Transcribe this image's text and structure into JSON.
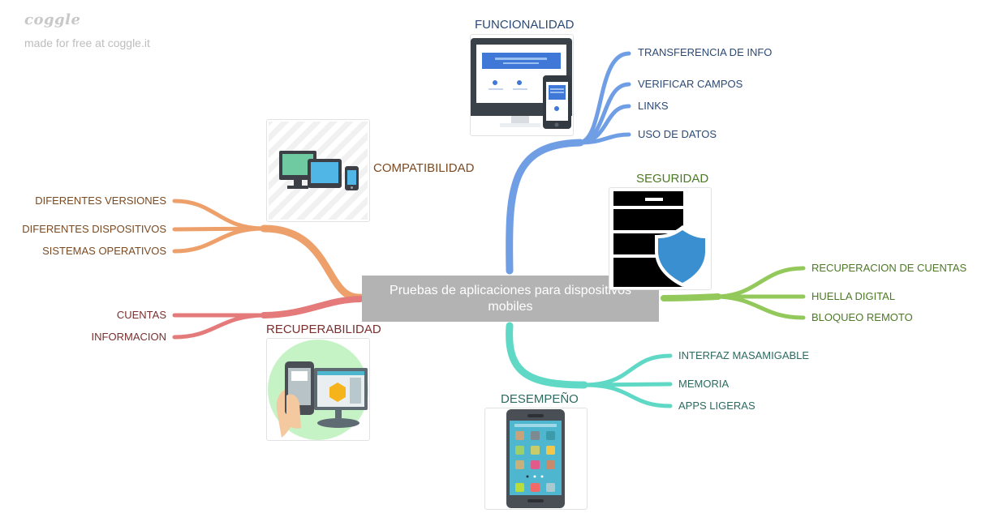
{
  "brand": {
    "logo": "coggle",
    "tagline": "made for free at coggle.it"
  },
  "central_topic": "Pruebas de aplicaciones para dispositivos mobiles",
  "branches": {
    "funcionalidad": {
      "title": "FUNCIONALIDAD",
      "color": "#6f9ee5",
      "text_color": "#2c4a75",
      "icon": "desktop-tablet-icon",
      "items": [
        "TRANSFERENCIA DE INFO",
        "VERIFICAR CAMPOS",
        "LINKS",
        "USO DE DATOS"
      ]
    },
    "seguridad": {
      "title": "SEGURIDAD",
      "color": "#92c95a",
      "text_color": "#4c7a25",
      "icon": "server-shield-icon",
      "items": [
        "RECUPERACION DE CUENTAS",
        "HUELLA DIGITAL",
        "BLOQUEO REMOTO"
      ]
    },
    "desempeno": {
      "title": "DESEMPEÑO",
      "color": "#5fd8c6",
      "text_color": "#2b6b60",
      "icon": "smartphone-apps-icon",
      "items": [
        "INTERFAZ MASAMIGABLE",
        "MEMORIA",
        "APPS LIGERAS"
      ]
    },
    "compatibilidad": {
      "title": "COMPATIBILIDAD",
      "color": "#eea06b",
      "text_color": "#7a4a22",
      "icon": "multi-device-icon",
      "items": [
        "DIFERENTES VERSIONES",
        "DIFERENTES DISPOSITIVOS",
        "SISTEMAS OPERATIVOS"
      ]
    },
    "recuperabilidad": {
      "title": "RECUPERABILIDAD",
      "color": "#e47a7a",
      "text_color": "#7a2f2f",
      "icon": "phone-sync-icon",
      "items": [
        "CUENTAS",
        "INFORMACION"
      ]
    }
  }
}
